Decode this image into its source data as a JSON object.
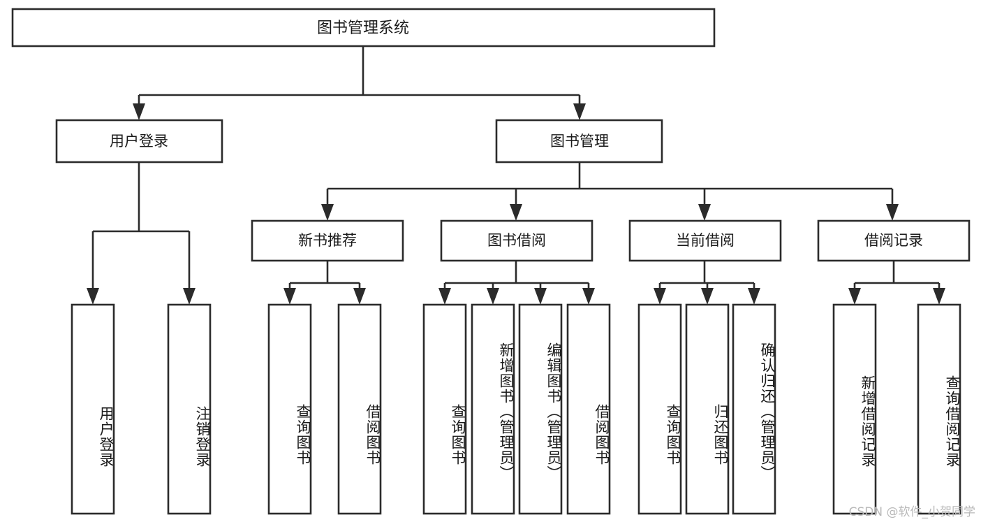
{
  "diagram": {
    "type": "tree-hierarchy-chart",
    "title": "图书管理系统",
    "orientation": "top-down",
    "colors": {
      "box_stroke": "#2b2b2b",
      "box_fill": "#ffffff",
      "text": "#1a1a1a",
      "background": "#ffffff",
      "watermark": "#b9b9b9"
    },
    "levels": {
      "root": {
        "label": "图书管理系统"
      },
      "level2": [
        {
          "id": "user-login",
          "label": "用户登录"
        },
        {
          "id": "book-management",
          "label": "图书管理"
        }
      ],
      "level3": [
        {
          "id": "new-book-recommend",
          "label": "新书推荐",
          "parent": "book-management"
        },
        {
          "id": "book-borrow",
          "label": "图书借阅",
          "parent": "book-management"
        },
        {
          "id": "current-borrow",
          "label": "当前借阅",
          "parent": "book-management"
        },
        {
          "id": "borrow-record",
          "label": "借阅记录",
          "parent": "book-management"
        }
      ],
      "leaves": [
        {
          "id": "leaf-user-login",
          "label": "用户登录",
          "parent": "user-login"
        },
        {
          "id": "leaf-logout-login",
          "label": "注销登录",
          "parent": "user-login"
        },
        {
          "id": "leaf-query-book-1",
          "label": "查询图书",
          "parent": "new-book-recommend"
        },
        {
          "id": "leaf-borrow-book-1",
          "label": "借阅图书",
          "parent": "new-book-recommend"
        },
        {
          "id": "leaf-query-book-2",
          "label": "查询图书",
          "parent": "book-borrow"
        },
        {
          "id": "leaf-add-book",
          "label": "新增图书（管理员）",
          "parent": "book-borrow"
        },
        {
          "id": "leaf-edit-book",
          "label": "编辑图书（管理员）",
          "parent": "book-borrow"
        },
        {
          "id": "leaf-borrow-book-2",
          "label": "借阅图书",
          "parent": "book-borrow"
        },
        {
          "id": "leaf-query-book-3",
          "label": "查询图书",
          "parent": "current-borrow"
        },
        {
          "id": "leaf-return-book",
          "label": "归还图书",
          "parent": "current-borrow"
        },
        {
          "id": "leaf-confirm-return",
          "label": "确认归还（管理员）",
          "parent": "current-borrow"
        },
        {
          "id": "leaf-add-record",
          "label": "新增借阅记录",
          "parent": "borrow-record"
        },
        {
          "id": "leaf-query-record",
          "label": "查询借阅记录",
          "parent": "borrow-record"
        }
      ]
    }
  },
  "watermark": {
    "text": "CSDN @软件_小贺同学"
  }
}
